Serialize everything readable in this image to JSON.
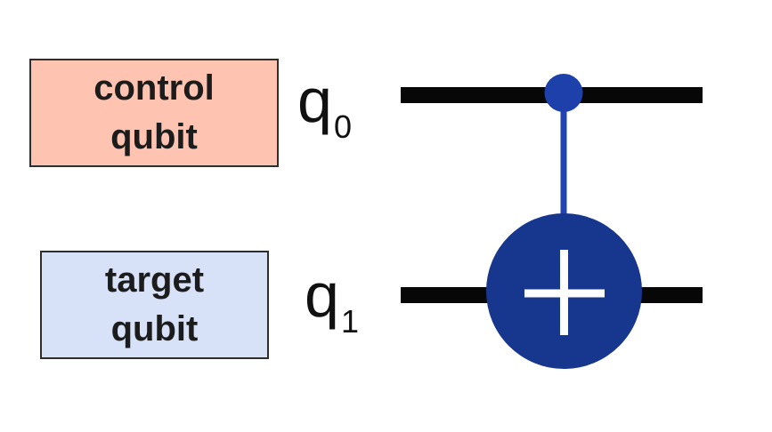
{
  "boxes": {
    "control": {
      "line1": "control",
      "line2": "qubit",
      "fill": "#fec4b1",
      "border": "#2e2e2e"
    },
    "target": {
      "line1": "target",
      "line2": "qubit",
      "fill": "#d7e1f7",
      "border": "#2e2e2e"
    }
  },
  "qubits": [
    {
      "name": "q",
      "subscript": "0",
      "role": "control"
    },
    {
      "name": "q",
      "subscript": "1",
      "role": "target"
    }
  ],
  "circuit": {
    "symbols": {
      "control": "filled-dot",
      "target": "circled-plus-xor"
    },
    "colors": {
      "wire": "#070707",
      "connector": "#2244b2",
      "control_dot": "#1d40ab",
      "target_circle": "#17368d",
      "plus": "#fdfdfd",
      "background": "#ffffff",
      "text": "#1c1c1c"
    }
  }
}
